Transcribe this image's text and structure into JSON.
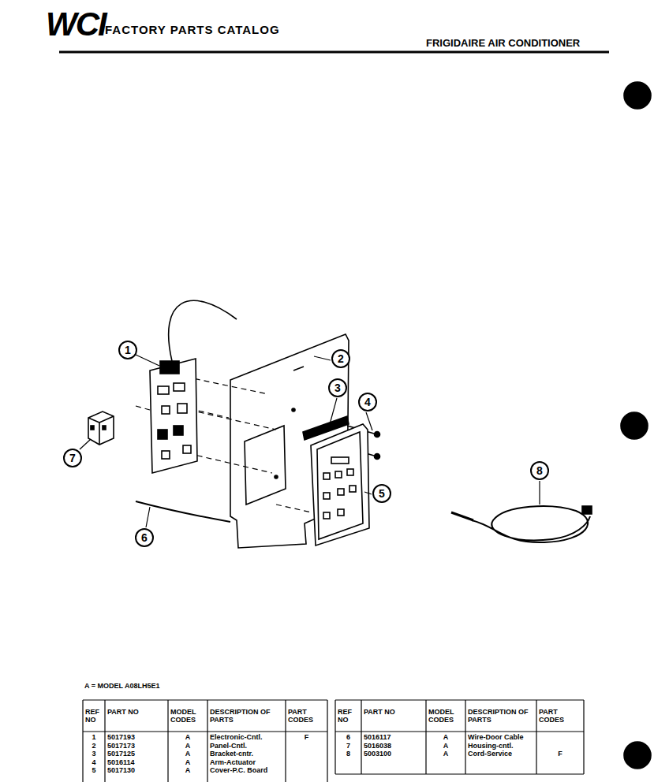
{
  "diagram": {
    "nodes": [
      {
        "text": [
          "1"
        ]
      },
      {
        "text": [
          "2"
        ]
      },
      {
        "text": [
          "3"
        ]
      },
      {
        "text": [
          "4"
        ]
      },
      {
        "text": [
          "7"
        ]
      },
      {
        "text": [
          "8"
        ]
      },
      {
        "text": [
          "5"
        ]
      },
      {
        "text": [
          "6"
        ]
      }
    ],
    "labels": [
      "WCI",
      "FACTORY PARTS CATALOG",
      "FRIGIDAIRE AIR CONDITIONER",
      "A = MODEL A08LH5E1",
      "REF NO",
      "PART NO",
      "MODEL CODES",
      "DESCRIPTION OF PARTS",
      "PART CODES",
      "REF NO",
      "PART NO",
      "MODEL CODES",
      "DESCRIPTION OF PARTS",
      "PART CODES",
      "1",
      "5017193",
      "A",
      "Electronic-Cntl.",
      "F",
      "2",
      "5017173",
      "A",
      "Panel-Cntl.",
      "3",
      "5017125",
      "A",
      "Bracket-cntr.",
      "4",
      "5016114",
      "A",
      "Arm-Actuator",
      "5",
      "5017130",
      "A",
      "Cover-P.C. Board",
      "6",
      "5016117",
      "A",
      "Wire-Door Cable",
      "7",
      "5016038",
      "A",
      "Housing-cntl.",
      "8",
      "5003100",
      "A",
      "Cord-Service",
      "F"
    ]
  }
}
